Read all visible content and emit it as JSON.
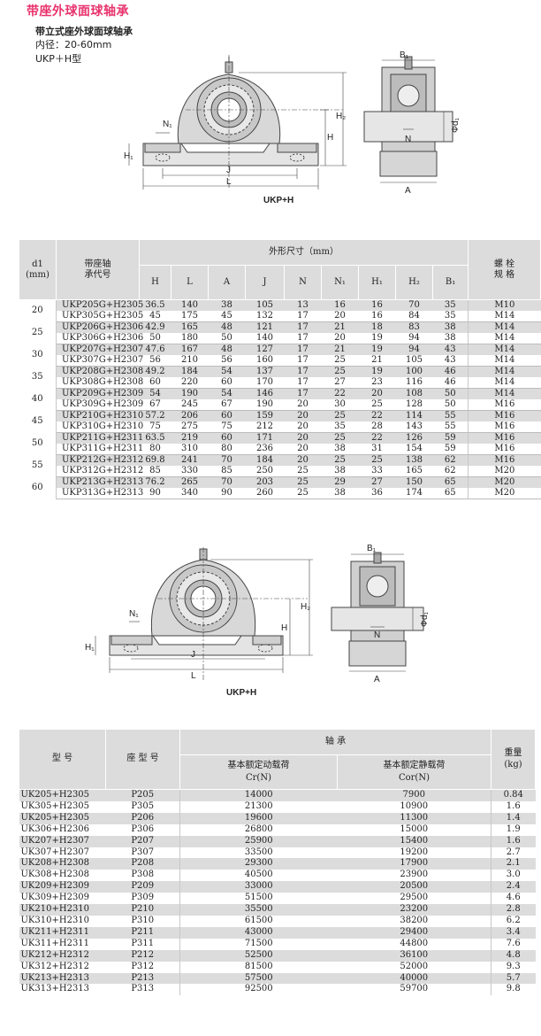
{
  "header": {
    "title": "带座外球面球轴承",
    "subtitle": "带立式座外球面球轴承",
    "bore": "内径：20-60mm",
    "type": "UKP＋H型"
  },
  "diagram1": {
    "labels": {
      "n1": "N₁",
      "h1": "H₁",
      "j": "J",
      "l": "L",
      "h": "H",
      "h2": "H₂",
      "b1": "B₁",
      "n": "N",
      "d1": "Φd₁",
      "a": "A"
    },
    "caption": "UKP+H"
  },
  "diagram2": {
    "labels": {
      "n1": "N₁",
      "h1": "H₁",
      "j": "J",
      "l": "L",
      "h": "H",
      "h2": "H₂",
      "b1": "B₁",
      "n": "N",
      "d1": "Φd₁",
      "a": "A"
    },
    "caption": "UKP+H"
  },
  "dims_table": {
    "headers": {
      "d1": "d1",
      "d1_unit": "(mm)",
      "model_line1": "带座轴",
      "model_line2": "承代号",
      "dims_group": "外形尺寸（mm）",
      "bolt_line1": "螺 栓",
      "bolt_line2": "规 格",
      "cols": [
        "H",
        "L",
        "A",
        "J",
        "N",
        "N₁",
        "H₁",
        "H₂",
        "B₁"
      ]
    },
    "groups": [
      {
        "d1": "20",
        "rows": [
          {
            "model": "UKP205G+H2305",
            "vals": [
              "36.5",
              "140",
              "38",
              "105",
              "13",
              "16",
              "16",
              "70",
              "35"
            ],
            "bolt": "M10"
          },
          {
            "model": "UKP305G+H2305",
            "vals": [
              "45",
              "175",
              "45",
              "132",
              "17",
              "20",
              "16",
              "84",
              "35"
            ],
            "bolt": "M14"
          }
        ]
      },
      {
        "d1": "25",
        "rows": [
          {
            "model": "UKP206G+H2306",
            "vals": [
              "42.9",
              "165",
              "48",
              "121",
              "17",
              "21",
              "18",
              "83",
              "38"
            ],
            "bolt": "M14"
          },
          {
            "model": "UKP306G+H2306",
            "vals": [
              "50",
              "180",
              "50",
              "140",
              "17",
              "20",
              "19",
              "94",
              "38"
            ],
            "bolt": "M14"
          }
        ]
      },
      {
        "d1": "30",
        "rows": [
          {
            "model": "UKP207G+H2307",
            "vals": [
              "47.6",
              "167",
              "48",
              "127",
              "17",
              "21",
              "19",
              "94",
              "43"
            ],
            "bolt": "M14"
          },
          {
            "model": "UKP307G+H2307",
            "vals": [
              "56",
              "210",
              "56",
              "160",
              "17",
              "25",
              "21",
              "105",
              "43"
            ],
            "bolt": "M14"
          }
        ]
      },
      {
        "d1": "35",
        "rows": [
          {
            "model": "UKP208G+H2308",
            "vals": [
              "49.2",
              "184",
              "54",
              "137",
              "17",
              "25",
              "19",
              "100",
              "46"
            ],
            "bolt": "M14"
          },
          {
            "model": "UKP308G+H2308",
            "vals": [
              "60",
              "220",
              "60",
              "170",
              "17",
              "27",
              "23",
              "116",
              "46"
            ],
            "bolt": "M14"
          }
        ]
      },
      {
        "d1": "40",
        "rows": [
          {
            "model": "UKP209G+H2309",
            "vals": [
              "54",
              "190",
              "54",
              "146",
              "17",
              "22",
              "20",
              "108",
              "50"
            ],
            "bolt": "M14"
          },
          {
            "model": "UKP309G+H2309",
            "vals": [
              "67",
              "245",
              "67",
              "190",
              "20",
              "30",
              "25",
              "128",
              "50"
            ],
            "bolt": "M16"
          }
        ]
      },
      {
        "d1": "45",
        "rows": [
          {
            "model": "UKP210G+H2310",
            "vals": [
              "57.2",
              "206",
              "60",
              "159",
              "20",
              "25",
              "22",
              "114",
              "55"
            ],
            "bolt": "M16"
          },
          {
            "model": "UKP310G+H2310",
            "vals": [
              "75",
              "275",
              "75",
              "212",
              "20",
              "35",
              "28",
              "143",
              "55"
            ],
            "bolt": "M16"
          }
        ]
      },
      {
        "d1": "50",
        "rows": [
          {
            "model": "UKP211G+H2311",
            "vals": [
              "63.5",
              "219",
              "60",
              "171",
              "20",
              "25",
              "22",
              "126",
              "59"
            ],
            "bolt": "M16"
          },
          {
            "model": "UKP311G+H2311",
            "vals": [
              "80",
              "310",
              "80",
              "236",
              "20",
              "38",
              "31",
              "154",
              "59"
            ],
            "bolt": "M16"
          }
        ]
      },
      {
        "d1": "55",
        "rows": [
          {
            "model": "UKP212G+H2312",
            "vals": [
              "69.8",
              "241",
              "70",
              "184",
              "20",
              "25",
              "25",
              "138",
              "62"
            ],
            "bolt": "M16"
          },
          {
            "model": "UKP312G+H2312",
            "vals": [
              "85",
              "330",
              "85",
              "250",
              "25",
              "38",
              "33",
              "165",
              "62"
            ],
            "bolt": "M20"
          }
        ]
      },
      {
        "d1": "60",
        "rows": [
          {
            "model": "UKP213G+H2313",
            "vals": [
              "76.2",
              "265",
              "70",
              "203",
              "25",
              "29",
              "27",
              "150",
              "65"
            ],
            "bolt": "M20"
          },
          {
            "model": "UKP313G+H2313",
            "vals": [
              "90",
              "340",
              "90",
              "260",
              "25",
              "38",
              "36",
              "174",
              "65"
            ],
            "bolt": "M20"
          }
        ]
      }
    ]
  },
  "load_table": {
    "headers": {
      "model": "型 号",
      "housing": "座 型 号",
      "bearing": "轴   承",
      "dynamic_line1": "基本额定动载荷",
      "dynamic_line2": "Cr(N)",
      "static_line1": "基本额定静载荷",
      "static_line2": "Cor(N)",
      "weight_line1": "重量",
      "weight_line2": "(kg)"
    },
    "rows": [
      {
        "model": "UK205+H2305",
        "housing": "P205",
        "cr": "14000",
        "cor": "7900",
        "weight": "0.84"
      },
      {
        "model": "UK305+H2305",
        "housing": "P305",
        "cr": "21300",
        "cor": "10900",
        "weight": "1.6"
      },
      {
        "model": "UK205+H2305",
        "housing": "P206",
        "cr": "19600",
        "cor": "11300",
        "weight": "1.4"
      },
      {
        "model": "UK306+H2306",
        "housing": "P306",
        "cr": "26800",
        "cor": "15000",
        "weight": "1.9"
      },
      {
        "model": "UK207+H2307",
        "housing": "P207",
        "cr": "25900",
        "cor": "15400",
        "weight": "1.6"
      },
      {
        "model": "UK307+H2307",
        "housing": "P307",
        "cr": "33500",
        "cor": "19200",
        "weight": "2.7"
      },
      {
        "model": "UK208+H2308",
        "housing": "P208",
        "cr": "29300",
        "cor": "17900",
        "weight": "2.1"
      },
      {
        "model": "UK308+H2308",
        "housing": "P308",
        "cr": "40500",
        "cor": "23900",
        "weight": "3.0"
      },
      {
        "model": "UK209+H2309",
        "housing": "P209",
        "cr": "33000",
        "cor": "20500",
        "weight": "2.4"
      },
      {
        "model": "UK309+H2309",
        "housing": "P309",
        "cr": "51500",
        "cor": "29500",
        "weight": "4.6"
      },
      {
        "model": "UK210+H2310",
        "housing": "P210",
        "cr": "35500",
        "cor": "23200",
        "weight": "2.8"
      },
      {
        "model": "UK310+H2310",
        "housing": "P310",
        "cr": "61500",
        "cor": "38200",
        "weight": "6.2"
      },
      {
        "model": "UK211+H2311",
        "housing": "P211",
        "cr": "43000",
        "cor": "29400",
        "weight": "3.4"
      },
      {
        "model": "UK311+H2311",
        "housing": "P311",
        "cr": "71500",
        "cor": "44800",
        "weight": "7.6"
      },
      {
        "model": "UK212+H2312",
        "housing": "P212",
        "cr": "52500",
        "cor": "36100",
        "weight": "4.8"
      },
      {
        "model": "UK312+H2312",
        "housing": "P312",
        "cr": "81500",
        "cor": "52000",
        "weight": "9.3"
      },
      {
        "model": "UK213+H2313",
        "housing": "P213",
        "cr": "57500",
        "cor": "40000",
        "weight": "5.7"
      },
      {
        "model": "UK313+H2313",
        "housing": "P313",
        "cr": "92500",
        "cor": "59700",
        "weight": "9.8"
      }
    ]
  }
}
